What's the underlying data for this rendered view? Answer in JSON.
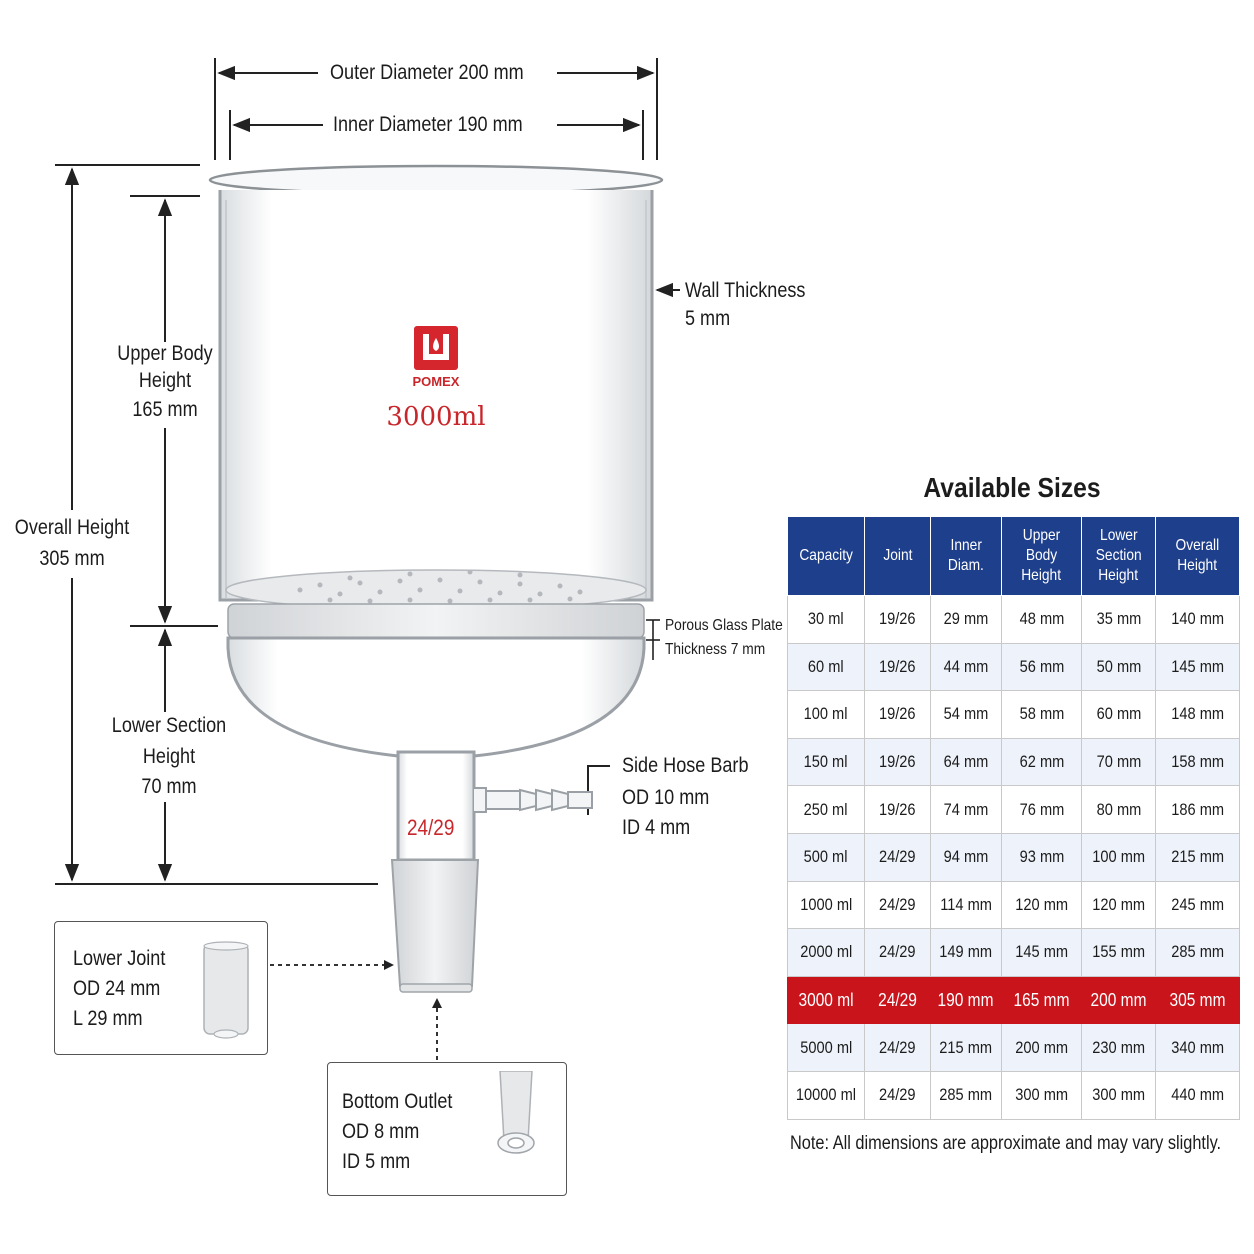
{
  "dimensions": {
    "outer_diameter": "Outer Diameter 200 mm",
    "inner_diameter": "Inner Diameter 190 mm",
    "wall_line1": "Wall Thickness",
    "wall_line2": "5 mm",
    "upper_line1": "Upper Body",
    "upper_line2": "Height",
    "upper_line3": "165 mm",
    "overall_line1": "Overall Height",
    "overall_line2": "305 mm",
    "lower_line1": "Lower Section",
    "lower_line2": "Height",
    "lower_line3": "70 mm",
    "plate_line1": "Porous Glass Plate",
    "plate_line2": "Thickness 7 mm",
    "barb_line1": "Side Hose Barb",
    "barb_line2": "OD 10 mm",
    "barb_line3": "ID 4 mm",
    "joint_mark": "24/29"
  },
  "brand": {
    "name": "POMEX",
    "capacity": "3000ml"
  },
  "callouts": {
    "lower_joint": [
      "Lower Joint",
      "OD 24 mm",
      "L 29 mm"
    ],
    "bottom_outlet": [
      "Bottom Outlet",
      "OD 8 mm",
      "ID 5 mm"
    ]
  },
  "sizes": {
    "title": "Available  Sizes",
    "headers": [
      [
        "Capacity"
      ],
      [
        "Joint"
      ],
      [
        "Inner",
        "Diam."
      ],
      [
        "Upper Body",
        "Height"
      ],
      [
        "Lower",
        "Section",
        "Height"
      ],
      [
        "Overall",
        "Height"
      ]
    ],
    "rows": [
      [
        "30 ml",
        "19/26",
        "29 mm",
        "48 mm",
        "35 mm",
        "140 mm"
      ],
      [
        "60 ml",
        "19/26",
        "44 mm",
        "56 mm",
        "50 mm",
        "145 mm"
      ],
      [
        "100 ml",
        "19/26",
        "54 mm",
        "58 mm",
        "60 mm",
        "148 mm"
      ],
      [
        "150 ml",
        "19/26",
        "64 mm",
        "62 mm",
        "70 mm",
        "158 mm"
      ],
      [
        "250 ml",
        "19/26",
        "74 mm",
        "76 mm",
        "80 mm",
        "186 mm"
      ],
      [
        "500 ml",
        "24/29",
        "94 mm",
        "93 mm",
        "100 mm",
        "215 mm"
      ],
      [
        "1000 ml",
        "24/29",
        "114 mm",
        "120 mm",
        "120 mm",
        "245 mm"
      ],
      [
        "2000 ml",
        "24/29",
        "149 mm",
        "145 mm",
        "155 mm",
        "285 mm"
      ],
      [
        "3000 ml",
        "24/29",
        "190 mm",
        "165 mm",
        "200 mm",
        "305 mm"
      ],
      [
        "5000 ml",
        "24/29",
        "215 mm",
        "200 mm",
        "230 mm",
        "340 mm"
      ],
      [
        "10000 ml",
        "24/29",
        "285 mm",
        "300 mm",
        "300 mm",
        "440 mm"
      ]
    ],
    "highlight_row": 8,
    "note": "Note: All dimensions are approximate and may vary slightly."
  },
  "colors": {
    "header": "#1e3f8c",
    "highlight": "#c9141c",
    "brand": "#d6262d"
  }
}
